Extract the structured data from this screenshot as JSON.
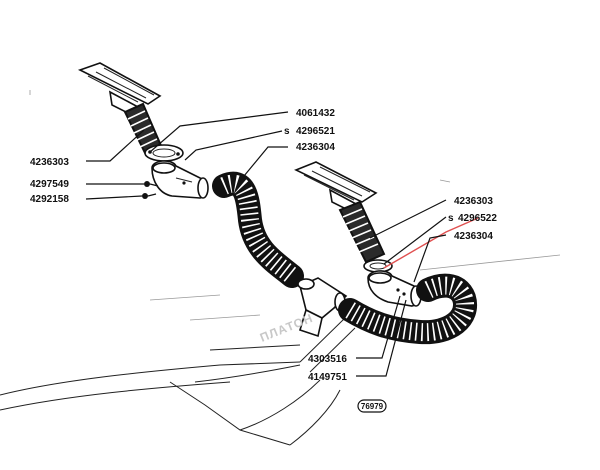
{
  "labels": {
    "left_vent_part": "4236303",
    "left_duct": "4061432",
    "left_gasket_marker": "s",
    "left_gasket": "4296521",
    "left_hose_top": "4236304",
    "left_clip": "4297549",
    "left_screw": "4292158",
    "right_vent_part": "4236303",
    "right_gasket_marker": "s",
    "right_gasket": "4296522",
    "right_hose": "4236304",
    "right_bracket": "4303516",
    "right_screw": "4149751"
  },
  "figure_id": "76979",
  "watermark": "ПЛАТОН",
  "colors": {
    "ink": "#111111",
    "hose": "#2a2a2a",
    "accent_line": "#e05050",
    "background": "#ffffff"
  }
}
